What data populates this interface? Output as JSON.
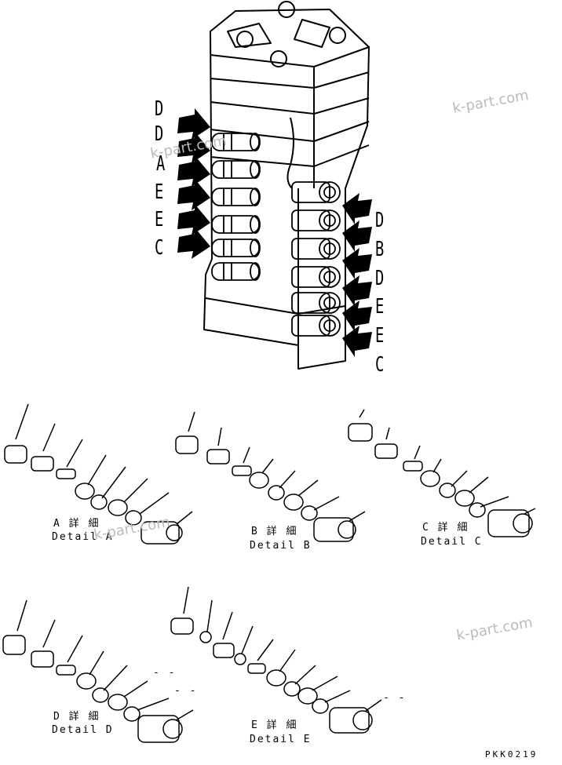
{
  "left_callouts": [
    "D",
    "D",
    "A",
    "E",
    "E",
    "C"
  ],
  "right_callouts": [
    "D",
    "B",
    "D",
    "E",
    "E",
    "C"
  ],
  "details": [
    {
      "jp": "A 詳 細",
      "en": "Detail A"
    },
    {
      "jp": "B 詳 細",
      "en": "Detail B"
    },
    {
      "jp": "C 詳 細",
      "en": "Detail C"
    },
    {
      "jp": "D 詳 細",
      "en": "Detail D"
    },
    {
      "jp": "E 詳 細",
      "en": "Detail E"
    }
  ],
  "watermark": "k-part.com",
  "drawing_code": "PKK0219",
  "dashes": [
    "- -",
    "- -",
    "- -"
  ]
}
